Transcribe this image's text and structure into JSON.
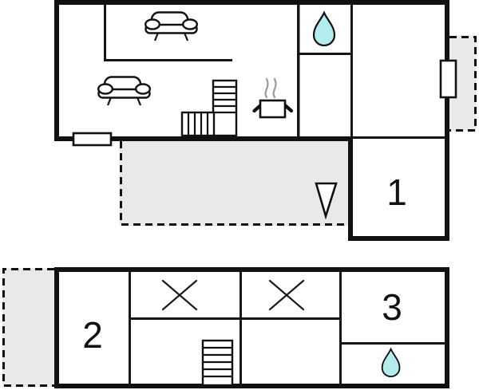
{
  "page": {
    "background": "#ffffff"
  },
  "plan": {
    "type": "floorplan",
    "colors": {
      "wall": "#111111",
      "terrace_fill": "#e9e9e9",
      "water_fill": "#b3ecec",
      "steam": "#9a9a9a",
      "label": "#111111"
    },
    "floors": {
      "upper": {
        "name": "upper-floor",
        "room_labels": {
          "bedroom1": "1"
        },
        "features": [
          "sofa",
          "sofa",
          "l-staircase",
          "stove-pot",
          "water-drop",
          "side-terrace",
          "lower-terrace",
          "entrance-arrow",
          "window",
          "door"
        ]
      },
      "lower": {
        "name": "lower-floor",
        "room_labels": {
          "bedroom2": "2",
          "bedroom3": "3"
        },
        "features": [
          "window-cross",
          "window-cross",
          "staircase",
          "water-drop",
          "balcony"
        ]
      }
    }
  }
}
